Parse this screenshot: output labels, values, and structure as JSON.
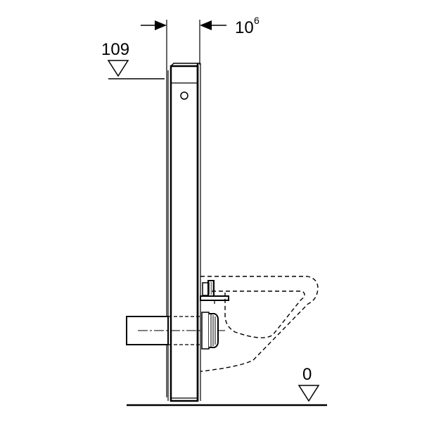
{
  "diagram": {
    "height_label": "109",
    "thickness_label": "10",
    "thickness_superscript": "6",
    "floor_label": "0"
  },
  "colors": {
    "line": "#000000",
    "background": "#ffffff"
  }
}
